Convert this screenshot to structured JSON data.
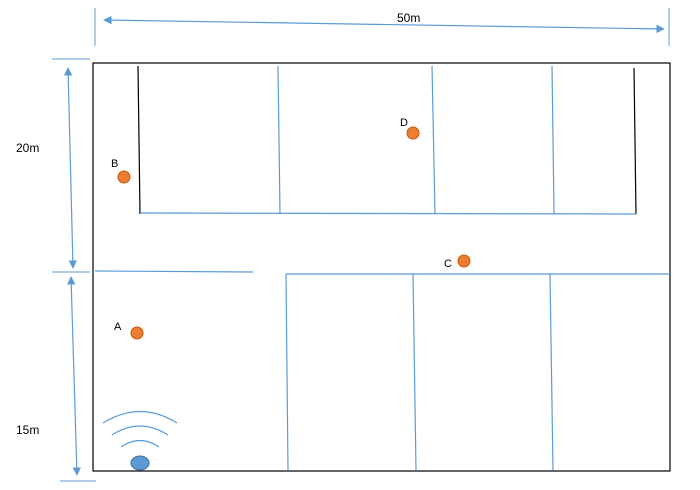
{
  "dimensions": {
    "width_label": "50m",
    "upper_height_label": "20m",
    "lower_height_label": "15m"
  },
  "points": [
    {
      "label": "A"
    },
    {
      "label": "B"
    },
    {
      "label": "C"
    },
    {
      "label": "D"
    }
  ],
  "colors": {
    "wall": "#5b9bd5",
    "outline": "#000000",
    "point_fill": "#ed7d31",
    "point_stroke": "#c55a11",
    "router_fill": "#5b9bd5",
    "router_stroke": "#41719c"
  },
  "icons": {
    "router": "wifi-router-icon"
  }
}
